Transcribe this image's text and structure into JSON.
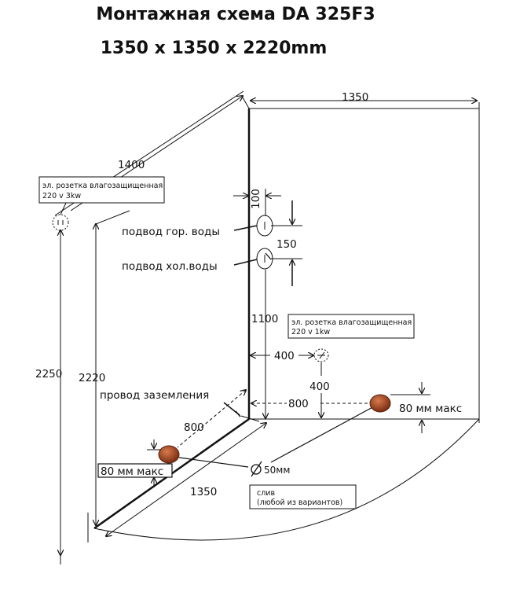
{
  "title": "Монтажная схема  DA 325F3",
  "subtitle": "1350 x 1350 x  2220mm",
  "dimensions": {
    "top_width": "1350",
    "depth_top": "1400",
    "bottom_width": "1350",
    "floor_800_left": "800",
    "floor_800_right": "800",
    "height_2250": "2250",
    "height_2220": "2220",
    "height_1100": "1100",
    "spacing_100": "100",
    "spacing_150": "150",
    "offset_400_h": "400",
    "offset_400_v": "400"
  },
  "labels": {
    "hot_water": "подвод гор. воды",
    "cold_water": "подвод хол.воды",
    "ground_wire": "провод заземления",
    "drain_diameter": "50мм",
    "drain_note_1": "слив",
    "drain_note_2": "(любой из вариантов)",
    "max_80_left": "80 мм макс",
    "max_80_right": "80 мм макс"
  },
  "sockets": {
    "left": {
      "line1": "эл. розетка влагозащищенная",
      "line2": "220 v 3kw"
    },
    "right": {
      "line1": "эл. розетка влагозащищенная",
      "line2": "220 v 1kw"
    }
  },
  "colors": {
    "line": "#111111",
    "drain": "#8b3a1e",
    "drain_highlight": "#c8643c"
  }
}
